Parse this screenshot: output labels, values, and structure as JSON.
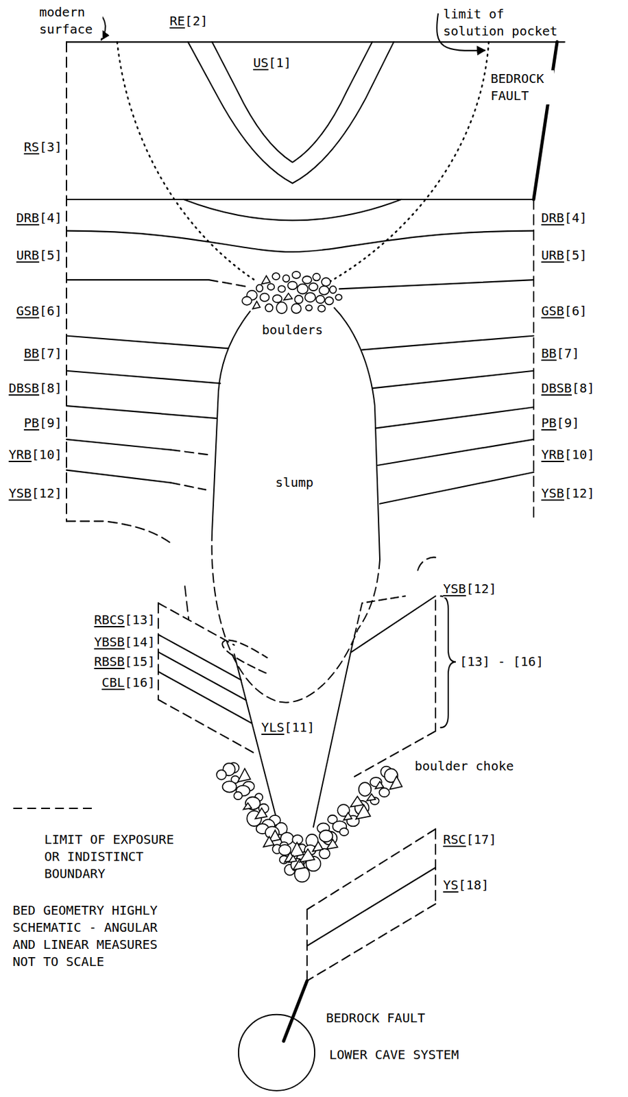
{
  "diagram": {
    "nodes": [
      {
        "text": [
          "slump"
        ]
      },
      {
        "text": [
          "LOWER CAVE SYSTEM"
        ]
      }
    ],
    "labels": [
      "modern surface",
      "RE[2]",
      "limit of solution pocket",
      "US[1]",
      "BEDROCK FAULT",
      "RS[3]",
      "DRB[4]",
      "DRB[4]",
      "URB[5]",
      "URB[5]",
      "GSB[6]",
      "GSB[6]",
      "boulders",
      "BB[7]",
      "BB[7]",
      "DBSB[8]",
      "DBSB[8]",
      "PB[9]",
      "PB[9]",
      "YRB[10]",
      "YRB[10]",
      "YSB[12]",
      "YSB[12]",
      "YSB[12]",
      "RBCS[13]",
      "YBSB[14]",
      "RBSB[15]",
      "CBL[16]",
      "[13] - [16]",
      "YLS[11]",
      "boulder choke",
      "RSC[17]",
      "YS[18]",
      "BED GEOMETRY HIGHLY SCHEMATIC - ANGULAR AND LINEAR MEASURES NOT TO SCALE",
      "BEDROCK FAULT"
    ],
    "legend": [
      {
        "text": "LIMIT OF EXPOSURE OR INDISTINCT BOUNDARY"
      }
    ]
  }
}
